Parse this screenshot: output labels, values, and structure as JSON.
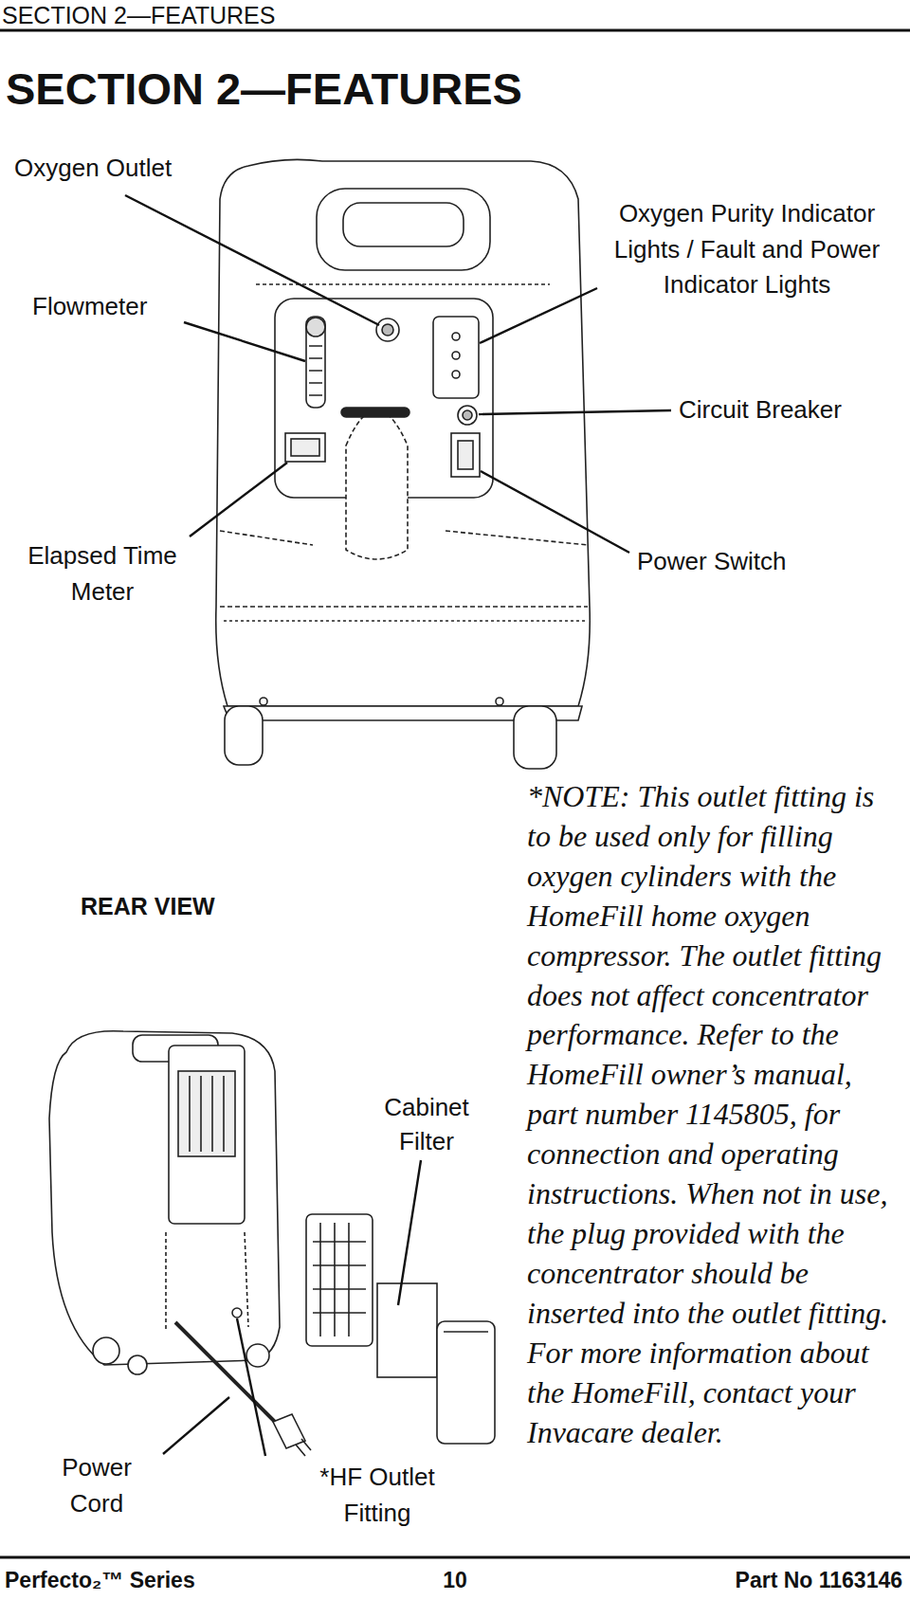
{
  "diagram": {
    "title": "SECTION 2—FEATURES",
    "labels": [
      "SECTION 2—FEATURES",
      "Oxygen Outlet",
      "Oxygen Purity Indicator Lights / Fault and Power Indicator Lights",
      "Flowmeter",
      "Circuit Breaker",
      "Elapsed Time Meter",
      "Power Switch",
      "REAR VIEW",
      "*NOTE: This outlet fitting is to be used only for filling oxygen cylinders with the HomeFill home oxygen compressor. The outlet fitting does not affect concentrator performance. Refer to the HomeFill owner’s manual, part number 1145805, for connection and operating instructions. When not in use, the plug provided with the concentrator should be inserted into the outlet fitting. For more information about the HomeFill, contact your Invacare dealer.",
      "Cabinet Filter",
      "Power Cord",
      "*HF Outlet Fitting",
      "Perfecto₂™ Series",
      "10",
      "Part No 1163146"
    ]
  }
}
